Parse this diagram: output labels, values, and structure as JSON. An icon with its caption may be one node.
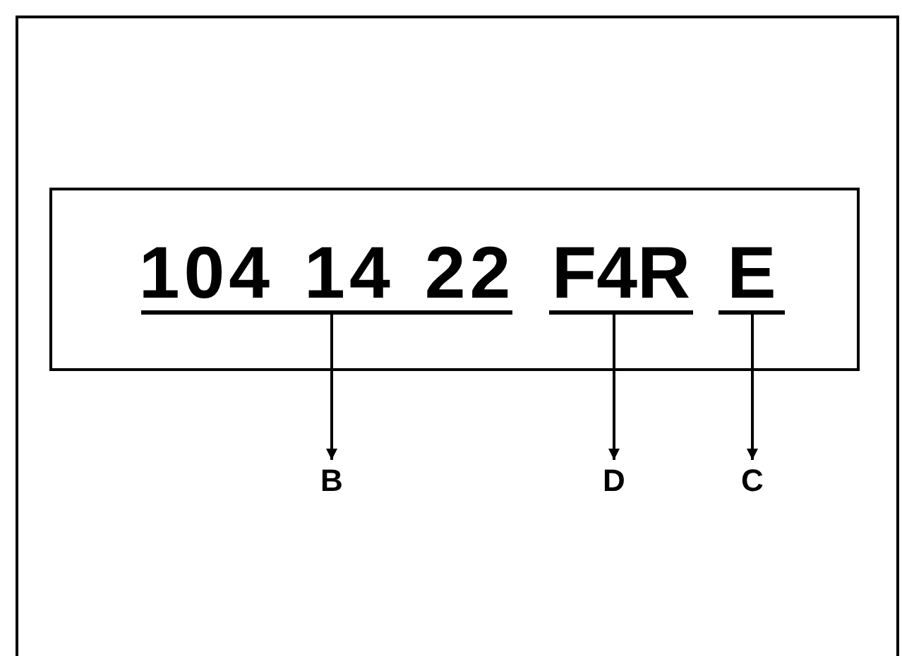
{
  "diagram": {
    "nodes": [
      {
        "text": [],
        "shape": "box"
      },
      {
        "text": [
          "104 14 22"
        ],
        "in": 0
      },
      {
        "text": [
          "F4R"
        ],
        "in": 0
      },
      {
        "text": [
          "E"
        ],
        "in": 0
      },
      {
        "text": [
          "B"
        ]
      },
      {
        "text": [
          "D"
        ]
      },
      {
        "text": [
          "C"
        ]
      }
    ],
    "edges": [
      {
        "from": 1,
        "to": 4,
        "arrow": "to"
      },
      {
        "from": 2,
        "to": 5,
        "arrow": "to"
      },
      {
        "from": 3,
        "to": 6,
        "arrow": "to"
      }
    ]
  }
}
